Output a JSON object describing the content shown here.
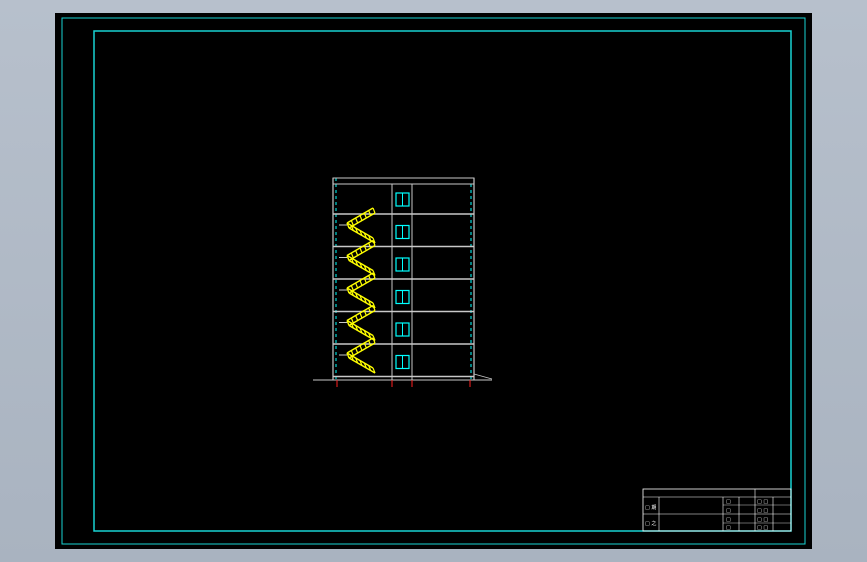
{
  "window": {
    "background_color": "#b2bbc7",
    "viewport_color": "#000000"
  },
  "drawing": {
    "border_color": "#19d3d3",
    "building_line_color": "#c8c8c8",
    "stair_color": "#ffff00",
    "window_color": "#00ffff",
    "axis_marker_color": "#ff2020",
    "floor_count": 6
  },
  "title_block": {
    "left_labels": [
      "□ 期",
      "□ 之"
    ],
    "mid_labels": [
      "□",
      "□",
      "□",
      "□"
    ],
    "right_labels": [
      "□ □",
      "□ □",
      "□ □",
      "□ □"
    ],
    "text_color": "#ffffff"
  }
}
